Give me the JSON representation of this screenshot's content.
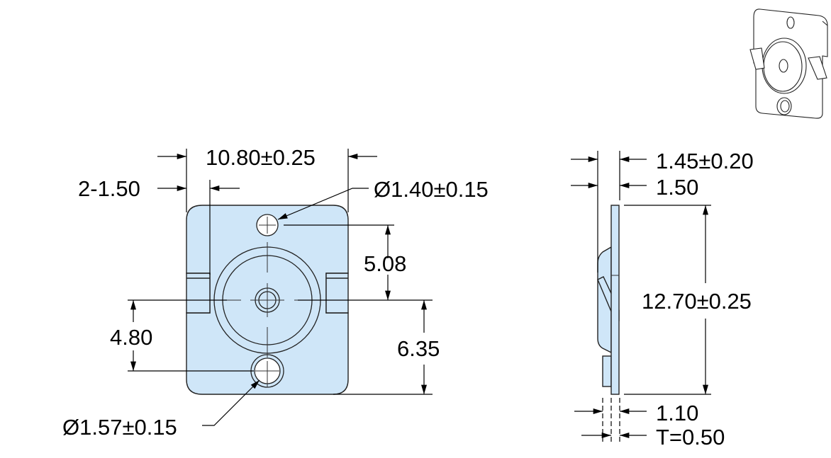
{
  "drawing": {
    "front_view": {
      "width_dim": "10.80±0.25",
      "tab_dim": "2-1.50",
      "top_hole_dim": "Ø1.40±0.15",
      "hole_spacing_dim": "5.08",
      "lower_hole_offset_dim": "4.80",
      "bottom_offset_dim": "6.35",
      "bottom_hole_dim": "Ø1.57±0.15"
    },
    "side_view": {
      "depth_dim": "1.45±0.20",
      "tab_depth_dim": "1.50",
      "height_dim": "12.70±0.25",
      "foot_dim": "1.10",
      "thickness_dim": "T=0.50"
    },
    "colors": {
      "part_fill": "#cfe6f8",
      "line": "#000000"
    }
  }
}
